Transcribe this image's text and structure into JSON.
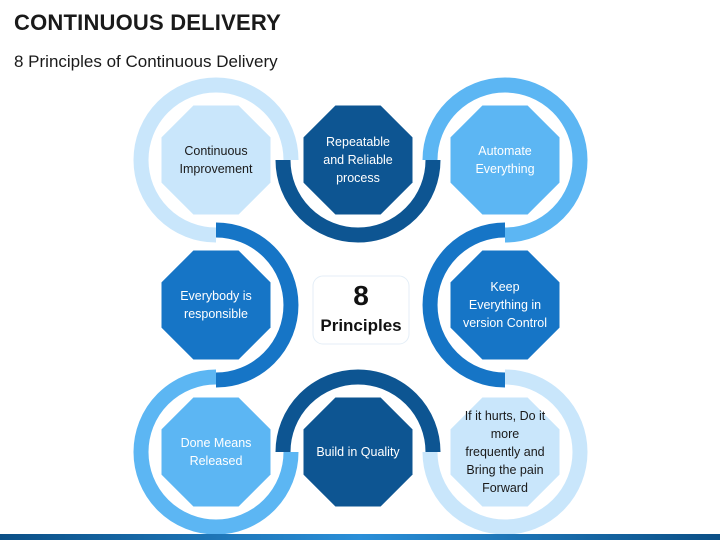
{
  "header": {
    "title": "CONTINUOUS DELIVERY",
    "subtitle": "8 Principles of Continuous Delivery"
  },
  "center": {
    "number": "8",
    "label": "Principles"
  },
  "principles": [
    {
      "id": "continuous-improvement",
      "lines": [
        "Continuous",
        "Improvement"
      ],
      "fill": "#c9e6fb",
      "text_color": "#1a1a1a"
    },
    {
      "id": "repeatable-reliable",
      "lines": [
        "Repeatable",
        "and Reliable",
        "process"
      ],
      "fill": "#0d5592",
      "text_color": "#ffffff"
    },
    {
      "id": "automate-everything",
      "lines": [
        "Automate",
        "Everything"
      ],
      "fill": "#5cb6f3",
      "text_color": "#ffffff"
    },
    {
      "id": "keep-version-control",
      "lines": [
        "Keep",
        "Everything in",
        "version Control"
      ],
      "fill": "#1675c6",
      "text_color": "#ffffff"
    },
    {
      "id": "if-it-hurts",
      "lines": [
        "If it hurts, Do it",
        "more",
        "frequently and",
        "Bring the pain",
        "Forward"
      ],
      "fill": "#c9e6fb",
      "text_color": "#1a1a1a"
    },
    {
      "id": "build-in-quality",
      "lines": [
        "Build in Quality"
      ],
      "fill": "#0d5592",
      "text_color": "#ffffff"
    },
    {
      "id": "done-means-released",
      "lines": [
        "Done Means",
        "Released"
      ],
      "fill": "#5cb6f3",
      "text_color": "#ffffff"
    },
    {
      "id": "everybody-responsible",
      "lines": [
        "Everybody is",
        "responsible"
      ],
      "fill": "#1675c6",
      "text_color": "#ffffff"
    }
  ],
  "colors": {
    "dark_blue": "#0d5592",
    "mid_blue": "#1675c6",
    "light_blue": "#5cb6f3",
    "pale_blue": "#c9e6fb",
    "background": "#ffffff"
  }
}
